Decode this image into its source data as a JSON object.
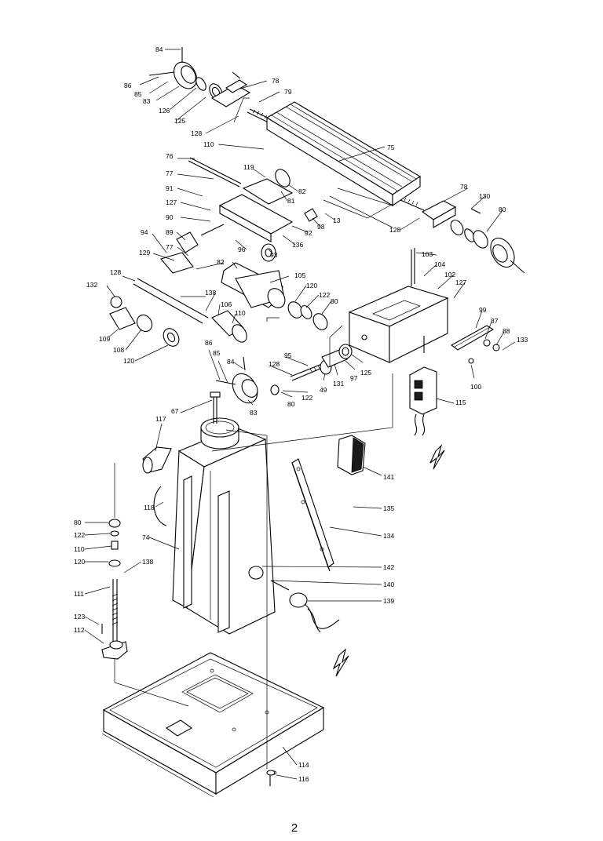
{
  "page_number": "2",
  "parts": [
    {
      "id": "p84a",
      "label": "84"
    },
    {
      "id": "p86a",
      "label": "86"
    },
    {
      "id": "p85a",
      "label": "85"
    },
    {
      "id": "p83a",
      "label": "83"
    },
    {
      "id": "p126a",
      "label": "126"
    },
    {
      "id": "p125a",
      "label": "125"
    },
    {
      "id": "p78a",
      "label": "78"
    },
    {
      "id": "p79",
      "label": "79"
    },
    {
      "id": "p128a",
      "label": "128"
    },
    {
      "id": "p110a",
      "label": "110"
    },
    {
      "id": "p75",
      "label": "75"
    },
    {
      "id": "p76",
      "label": "76"
    },
    {
      "id": "p119",
      "label": "119"
    },
    {
      "id": "p77a",
      "label": "77"
    },
    {
      "id": "p91",
      "label": "91"
    },
    {
      "id": "p127a",
      "label": "127"
    },
    {
      "id": "p90",
      "label": "90"
    },
    {
      "id": "p89",
      "label": "89"
    },
    {
      "id": "p94",
      "label": "94"
    },
    {
      "id": "p77b",
      "label": "77"
    },
    {
      "id": "p129",
      "label": "129"
    },
    {
      "id": "p82a",
      "label": "82"
    },
    {
      "id": "p81",
      "label": "81"
    },
    {
      "id": "p98",
      "label": "98"
    },
    {
      "id": "p13",
      "label": "13"
    },
    {
      "id": "p92",
      "label": "92"
    },
    {
      "id": "p136",
      "label": "136"
    },
    {
      "id": "p96",
      "label": "96"
    },
    {
      "id": "p93",
      "label": "93"
    },
    {
      "id": "p128b",
      "label": "128"
    },
    {
      "id": "p78b",
      "label": "78"
    },
    {
      "id": "p130",
      "label": "130"
    },
    {
      "id": "p80a",
      "label": "80"
    },
    {
      "id": "p82b",
      "label": "82"
    },
    {
      "id": "p105",
      "label": "105"
    },
    {
      "id": "p103",
      "label": "103"
    },
    {
      "id": "p104",
      "label": "104"
    },
    {
      "id": "p102",
      "label": "102"
    },
    {
      "id": "p127b",
      "label": "127"
    },
    {
      "id": "p128c",
      "label": "128"
    },
    {
      "id": "p132",
      "label": "132"
    },
    {
      "id": "p138a",
      "label": "138"
    },
    {
      "id": "p106",
      "label": "106"
    },
    {
      "id": "p110b",
      "label": "110"
    },
    {
      "id": "p120a",
      "label": "120"
    },
    {
      "id": "p122a",
      "label": "122"
    },
    {
      "id": "p80b",
      "label": "80"
    },
    {
      "id": "p109",
      "label": "109"
    },
    {
      "id": "p108",
      "label": "108"
    },
    {
      "id": "p120b",
      "label": "120"
    },
    {
      "id": "p99",
      "label": "99"
    },
    {
      "id": "p87",
      "label": "87"
    },
    {
      "id": "p88",
      "label": "88"
    },
    {
      "id": "p133",
      "label": "133"
    },
    {
      "id": "p86b",
      "label": "86"
    },
    {
      "id": "p85b",
      "label": "85"
    },
    {
      "id": "p84b",
      "label": "84"
    },
    {
      "id": "p128d",
      "label": "128"
    },
    {
      "id": "p95",
      "label": "95"
    },
    {
      "id": "p131",
      "label": "131"
    },
    {
      "id": "p97",
      "label": "97"
    },
    {
      "id": "p125b",
      "label": "125"
    },
    {
      "id": "p49",
      "label": "49"
    },
    {
      "id": "p100",
      "label": "100"
    },
    {
      "id": "p83b",
      "label": "83"
    },
    {
      "id": "p80c",
      "label": "80"
    },
    {
      "id": "p122b",
      "label": "122"
    },
    {
      "id": "p115",
      "label": "115"
    },
    {
      "id": "p67",
      "label": "67"
    },
    {
      "id": "p117",
      "label": "117"
    },
    {
      "id": "p141",
      "label": "141"
    },
    {
      "id": "p118",
      "label": "118"
    },
    {
      "id": "p135",
      "label": "135"
    },
    {
      "id": "p80d",
      "label": "80"
    },
    {
      "id": "p122c",
      "label": "122"
    },
    {
      "id": "p110c",
      "label": "110"
    },
    {
      "id": "p74",
      "label": "74"
    },
    {
      "id": "p134",
      "label": "134"
    },
    {
      "id": "p120c",
      "label": "120"
    },
    {
      "id": "p138b",
      "label": "138"
    },
    {
      "id": "p142",
      "label": "142"
    },
    {
      "id": "p111",
      "label": "111"
    },
    {
      "id": "p140",
      "label": "140"
    },
    {
      "id": "p139",
      "label": "139"
    },
    {
      "id": "p123",
      "label": "123"
    },
    {
      "id": "p112",
      "label": "112"
    },
    {
      "id": "p114",
      "label": "114"
    },
    {
      "id": "p116",
      "label": "116"
    }
  ]
}
